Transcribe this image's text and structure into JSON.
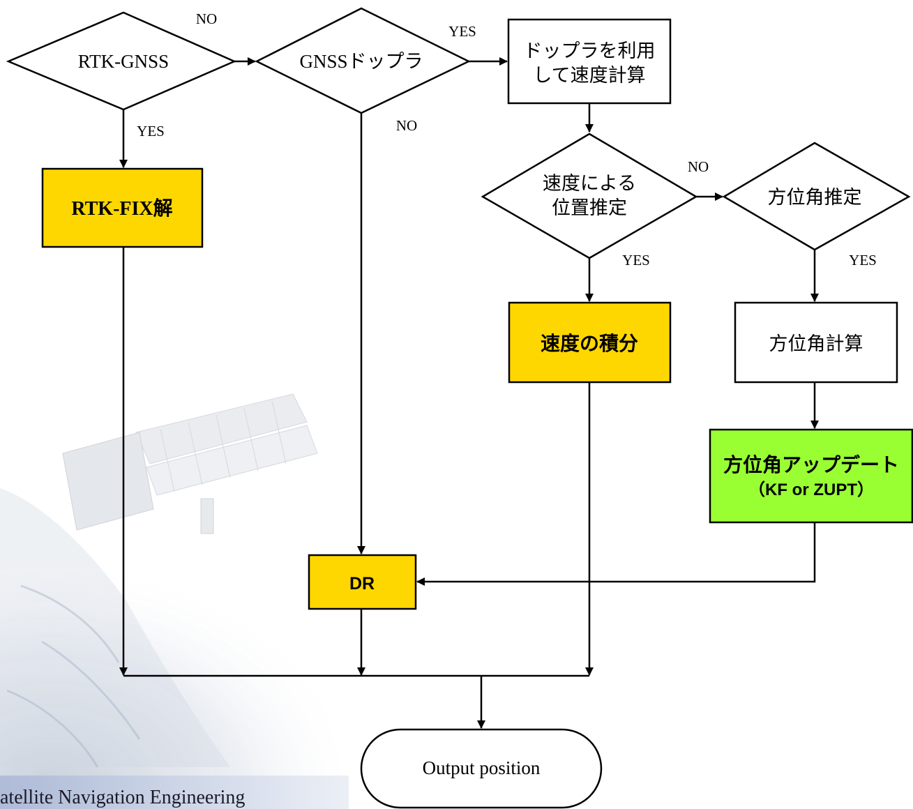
{
  "decisions": {
    "rtk_gnss": "RTK-GNSS",
    "gnss_doppler": "GNSSドップラ",
    "velocity_position_1": "速度による",
    "velocity_position_2": "位置推定",
    "heading_estimation": "方位角推定"
  },
  "processes": {
    "doppler_velocity_1": "ドップラを利用",
    "doppler_velocity_2": "して速度計算",
    "rtk_fix": "RTK-FIX解",
    "velocity_integration": "速度の積分",
    "heading_calc": "方位角計算",
    "heading_update_1": "方位角アップデート",
    "heading_update_2": "（KF or ZUPT）",
    "dr": "DR"
  },
  "terminal": {
    "output": "Output position"
  },
  "labels": {
    "no_rtk": "NO",
    "yes_doppler": "YES",
    "yes_rtk": "YES",
    "no_doppler": "NO",
    "no_velocity": "NO",
    "yes_velocity": "YES",
    "yes_heading": "YES"
  },
  "footer": {
    "text": "atellite Navigation Engineering"
  },
  "colors": {
    "highlight_yellow": "#FFD700",
    "highlight_green": "#99FF33",
    "watermark": "#b9c3d4"
  }
}
